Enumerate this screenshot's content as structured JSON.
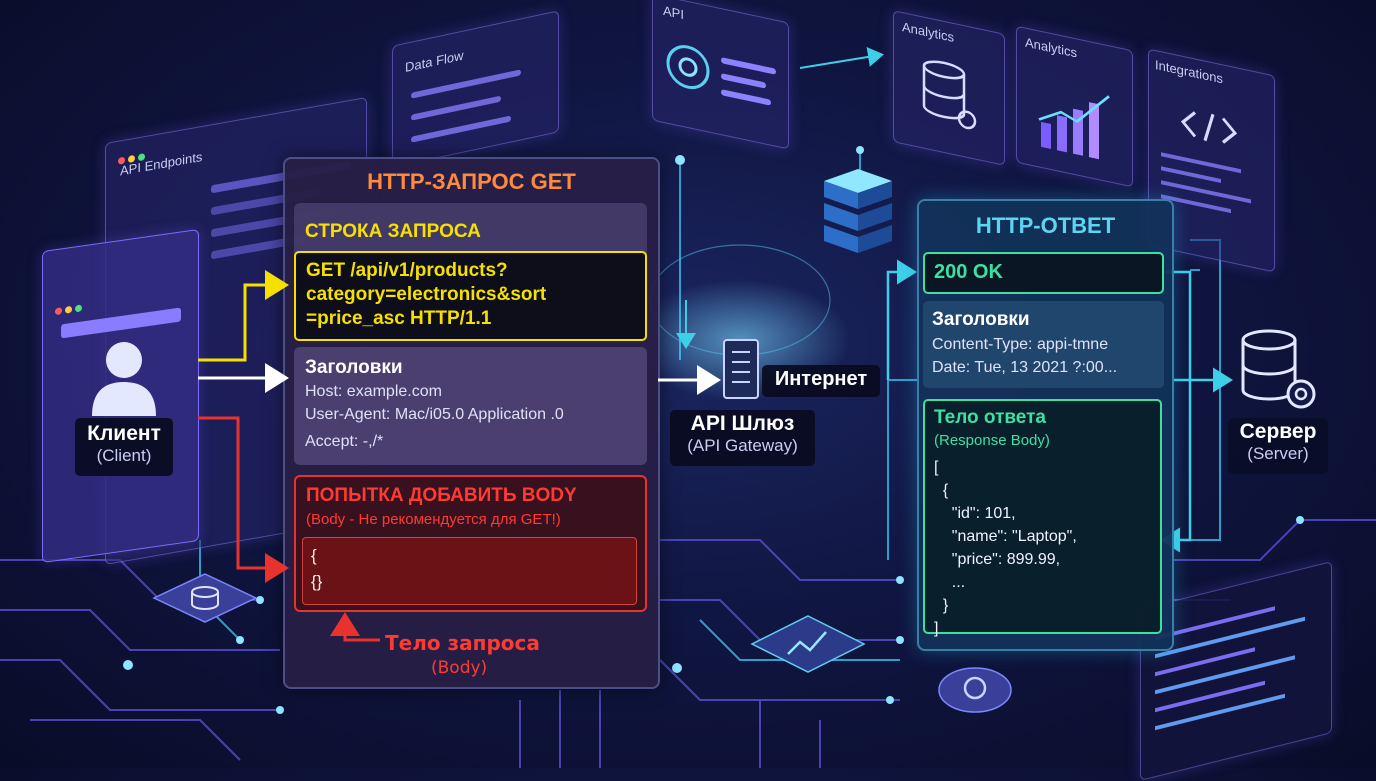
{
  "background_panels": {
    "api_endpoints": "API Endpoints",
    "data_flow": "Data Flow",
    "api": "API",
    "analytics_1": "Analytics",
    "analytics_2": "Analytics",
    "integrations": "Integrations"
  },
  "request": {
    "title": "HTTP-ЗАПРОС GET",
    "request_line": {
      "heading": "СТРОКА ЗАПРОСА",
      "lines": [
        "GET /api/v1/products?",
        "category=electronics&sort",
        "=price_asc HTTP/1.1"
      ]
    },
    "headers": {
      "heading": "Заголовки",
      "lines": [
        "Host: example.com",
        "User-Agent: Mac/i05.0  Application .0",
        "Accept: -,/*"
      ]
    },
    "body_attempt": {
      "heading": "ПОПЫТКА ДОБАВИТЬ BODY",
      "note": "(Body - Не рекомендуется для GET!)",
      "code": [
        "{",
        "{}"
      ]
    },
    "body_label": {
      "title": "Тело запроса",
      "subtitle": "(Body)"
    }
  },
  "client": {
    "title": "Клиент",
    "subtitle": "(Client)"
  },
  "gateway": {
    "title": "API Шлюз",
    "subtitle": "(API Gateway)"
  },
  "internet": {
    "label": "Интернет"
  },
  "server": {
    "title": "Сервер",
    "subtitle": "(Server)"
  },
  "response": {
    "title": "HTTP-ОТВЕТ",
    "status": "200 OK",
    "headers": {
      "heading": "Заголовки",
      "lines": [
        "Content-Type: appi-tmne",
        "Date: Tue, 13 2021 ?:00..."
      ]
    },
    "body": {
      "heading": "Тело ответа",
      "subheading": "(Response Body)",
      "lines": [
        "[",
        "  {",
        "    \"id\": 101,",
        "    \"name\": \"Laptop\",",
        "    \"price\": 899.99,",
        "    ...",
        "  }",
        "]"
      ]
    }
  },
  "colors": {
    "request_line": "#f5e000",
    "body_red": "#e8322e",
    "response_green": "#3ee0a0",
    "title_orange": "#ff8a3c",
    "response_title": "#5fd4f0"
  }
}
